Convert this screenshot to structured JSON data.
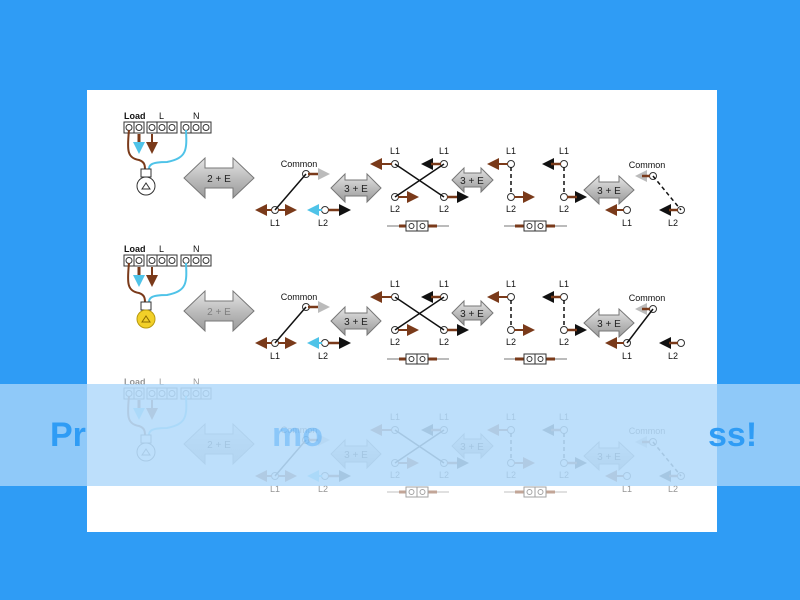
{
  "page": {
    "background_color": "#2f9cf5",
    "panel_color": "#ffffff"
  },
  "watermark": {
    "left_fragment": "Pr",
    "middle_fragment": "mo",
    "right_fragment": "ss!",
    "band_color": "#aad6fa",
    "text_color": "#2f9cf5"
  },
  "diagram": {
    "colors": {
      "live_brown": "#7a3a1a",
      "neutral_blue": "#4fc3e8",
      "black": "#111111",
      "grey_arrow": "#bbbbbb",
      "cable_fill": "#c4c4c4",
      "lamp_on": "#f2d028"
    },
    "rows": [
      {
        "id": "row-1",
        "state": "lamp off",
        "terminal_block": {
          "load_label": "Load",
          "l_label": "L",
          "n_label": "N"
        },
        "cable_2e": "2 + E",
        "switch1": {
          "common": "Common",
          "l1": "L1",
          "l2": "L2"
        },
        "cable_3e_a": "3 + E",
        "intermediate1": {
          "top_l1": "L1",
          "bottom_l2": "L2",
          "top_l1b": "L1",
          "bottom_l2b": "L2"
        },
        "cable_3e_b": "3 + E",
        "intermediate2": {
          "top_l1": "L1",
          "bottom_l2": "L2",
          "top_l1b": "L1",
          "bottom_l2b": "L2"
        },
        "cable_3e_c": "3 + E",
        "switch2": {
          "common": "Common",
          "l1": "L1",
          "l2": "L2"
        }
      },
      {
        "id": "row-2",
        "state": "lamp on",
        "terminal_block": {
          "load_label": "Load",
          "l_label": "L",
          "n_label": "N"
        },
        "cable_2e": "2 + E",
        "switch1": {
          "common": "Common",
          "l1": "L1",
          "l2": "L2"
        },
        "cable_3e_a": "3 + E",
        "intermediate1": {
          "top_l1": "L1",
          "bottom_l2": "L2",
          "top_l1b": "L1",
          "bottom_l2b": "L2"
        },
        "cable_3e_b": "3 + E",
        "intermediate2": {
          "top_l1": "L1",
          "bottom_l2": "L2",
          "top_l1b": "L1",
          "bottom_l2b": "L2"
        },
        "cable_3e_c": "3 + E",
        "switch2": {
          "common": "Common",
          "l1": "L1",
          "l2": "L2"
        }
      },
      {
        "id": "row-3",
        "state": "lamp off (faded)",
        "terminal_block": {
          "load_label": "Load",
          "l_label": "L",
          "n_label": "N"
        },
        "cable_2e": "2 + E",
        "switch1": {
          "common": "Common",
          "l1": "L1",
          "l2": "L2"
        },
        "cable_3e_a": "3 + E",
        "intermediate1": {
          "top_l1": "L1",
          "bottom_l2": "L2",
          "top_l1b": "L1",
          "bottom_l2b": "L2"
        },
        "cable_3e_b": "3 + E",
        "intermediate2": {
          "top_l1": "L1",
          "bottom_l2": "L2",
          "top_l1b": "L1",
          "bottom_l2b": "L2"
        },
        "cable_3e_c": "3 + E",
        "switch2": {
          "common": "Common",
          "l1": "L1",
          "l2": "L2"
        }
      }
    ]
  }
}
